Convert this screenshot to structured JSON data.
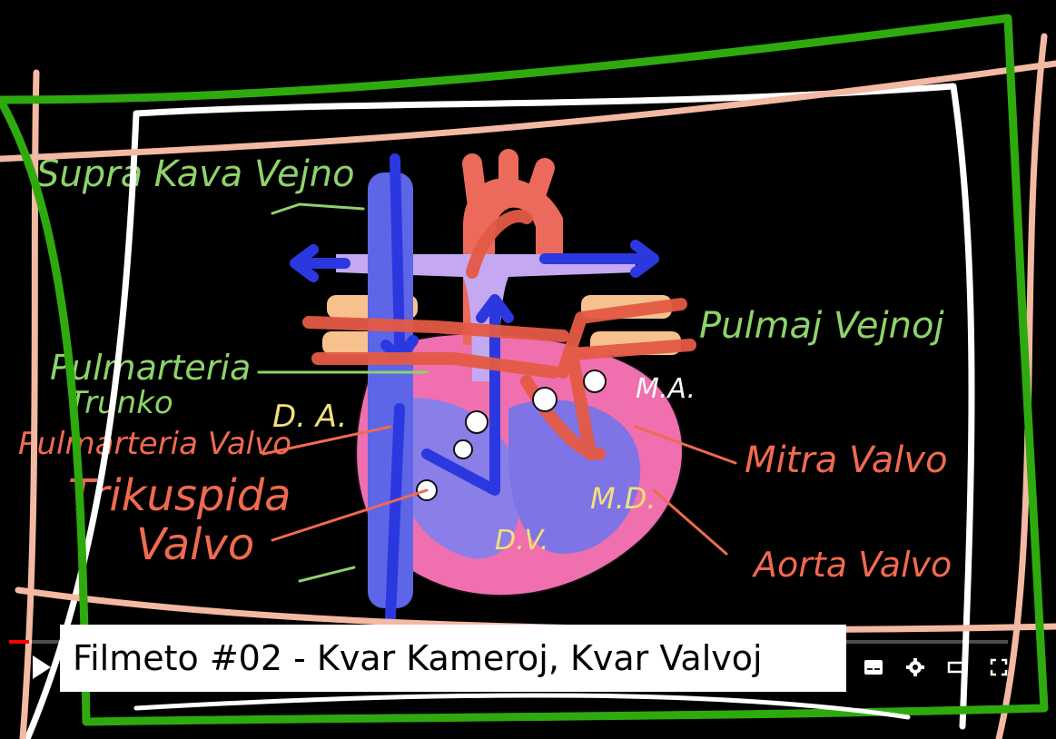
{
  "video": {
    "title": "Filmeto #02 - Kvar Kameroj, Kvar Valvoj",
    "progress_fraction": 0.02
  },
  "diagram": {
    "labels": {
      "supra_kava_vejno": "Supra Kava Vejno",
      "pulmaj_vejnoj": "Pulmaj Vejnoj",
      "pulmarteria_trunko_1": "Pulmarteria",
      "pulmarteria_trunko_2": "Trunko",
      "pulmarteria_valvo": "Pulmarteria Valvo",
      "trikuspida_1": "Trikuspida",
      "trikuspida_2": "Valvo",
      "mitra_valvo": "Mitra Valvo",
      "aorta_valvo": "Aorta Valvo",
      "da": "D. A.",
      "ma": "M.A.",
      "dv": "D.V.",
      "md": "M.D."
    }
  },
  "controls": {
    "icons": [
      "play-icon",
      "subtitles-icon",
      "settings-gear-icon",
      "theater-mode-icon",
      "fullscreen-icon"
    ]
  },
  "colors": {
    "background": "#000000",
    "frame_green": "#2eaa0e",
    "frame_pink": "#f3b9a2",
    "frame_white": "#ffffff",
    "label_green": "#8ed36a",
    "label_red": "#f06a50",
    "heart_pink": "#f06fae",
    "vein_blue": "#2b38e0",
    "artery_red": "#ec6a5c",
    "chamber_purple": "#7e74e6"
  }
}
